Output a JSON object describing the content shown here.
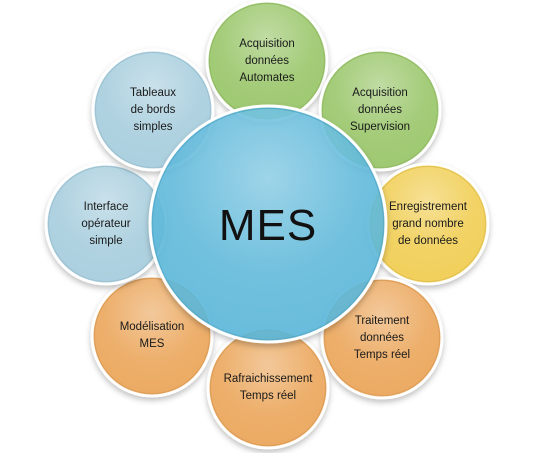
{
  "center": {
    "label": "MES",
    "color": "#5bb8dc"
  },
  "nodes": [
    {
      "id": "acq-automates",
      "lines": [
        "Acquisition",
        "données",
        "Automates"
      ],
      "color": "#9bc86a"
    },
    {
      "id": "acq-supervision",
      "lines": [
        "Acquisition",
        "données",
        "Supervision"
      ],
      "color": "#9bc86a"
    },
    {
      "id": "enregistrement",
      "lines": [
        "Enregistrement",
        "grand nombre",
        "de données"
      ],
      "color": "#f2cf52"
    },
    {
      "id": "traitement",
      "lines": [
        "Traitement",
        "données",
        "Temps réel"
      ],
      "color": "#eda75c"
    },
    {
      "id": "rafraichissement",
      "lines": [
        "Rafraichissement",
        "Temps réel"
      ],
      "color": "#eda75c"
    },
    {
      "id": "modelisation",
      "lines": [
        "Modélisation",
        "MES"
      ],
      "color": "#eda75c"
    },
    {
      "id": "interface",
      "lines": [
        "Interface",
        "opérateur",
        "simple"
      ],
      "color": "#a8cfe0"
    },
    {
      "id": "tableaux",
      "lines": [
        "Tableaux",
        "de bords",
        "simples"
      ],
      "color": "#a8cfe0"
    }
  ]
}
